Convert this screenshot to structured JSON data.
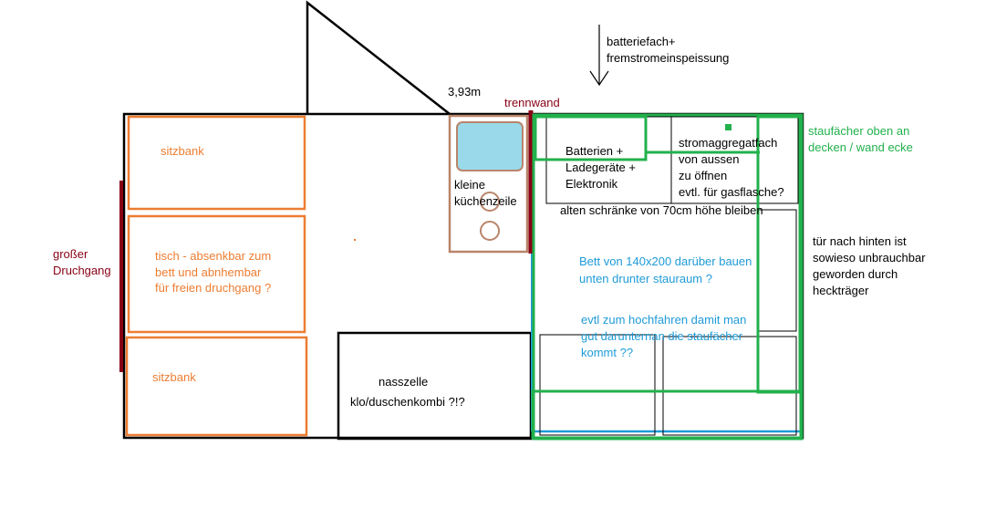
{
  "colors": {
    "black": "#000000",
    "orange": "#ed7d31",
    "brown_kitchen": "#b9856b",
    "sink_fill": "#99d9ea",
    "green": "#22b14c",
    "blue": "#1f9bd7",
    "darkred": "#880015",
    "orange_text": "#ed7d31",
    "blue_text": "#1f9bd7",
    "green_text": "#22b14c"
  },
  "labels": {
    "batteriefach_line1": "batteriefach+",
    "batteriefach_line2": "fremstromeinspeissung",
    "dimension": "3,93m",
    "trennwand": "trennwand",
    "stauf_line1": "staufächer oben an",
    "stauf_line2": "decken / wand ecke",
    "sitzbank_top": "sitzbank",
    "tisch_line1": "tisch - absenkbar zum",
    "tisch_line2": "bett und abnhembar",
    "tisch_line3": "für freien druchgang ?",
    "sitzbank_bottom": "sitzbank",
    "durchgang_line1": "großer",
    "durchgang_line2": "Druchgang",
    "kueche_line1": "kleine",
    "kueche_line2": "küchenzeile",
    "batterien_line1": "Batterien +",
    "batterien_line2": "Ladegeräte +",
    "batterien_line3": "Elektronik",
    "strom_line1": "stromaggregatfach",
    "strom_line2": "von aussen",
    "strom_line3": "zu öffnen",
    "strom_line4": "evtl. für gasflasche?",
    "schraenke": "alten schränke von 70cm höhe bleiben",
    "bett_line1": "Bett von 140x200 darüber bauen",
    "bett_line2": "unten drunter stauraum ?",
    "evtl_line1": "evtl zum hochfahren damit man",
    "evtl_line2": "gut darunternan die staufächer",
    "evtl_line3": "kommt ??",
    "nasszelle_line1": "nasszelle",
    "nasszelle_line2": "klo/duschenkombi ?!?",
    "tuer_line1": "tür nach hinten ist",
    "tuer_line2": "sowieso unbrauchbar",
    "tuer_line3": "geworden durch",
    "tuer_line4": "heckträger"
  }
}
